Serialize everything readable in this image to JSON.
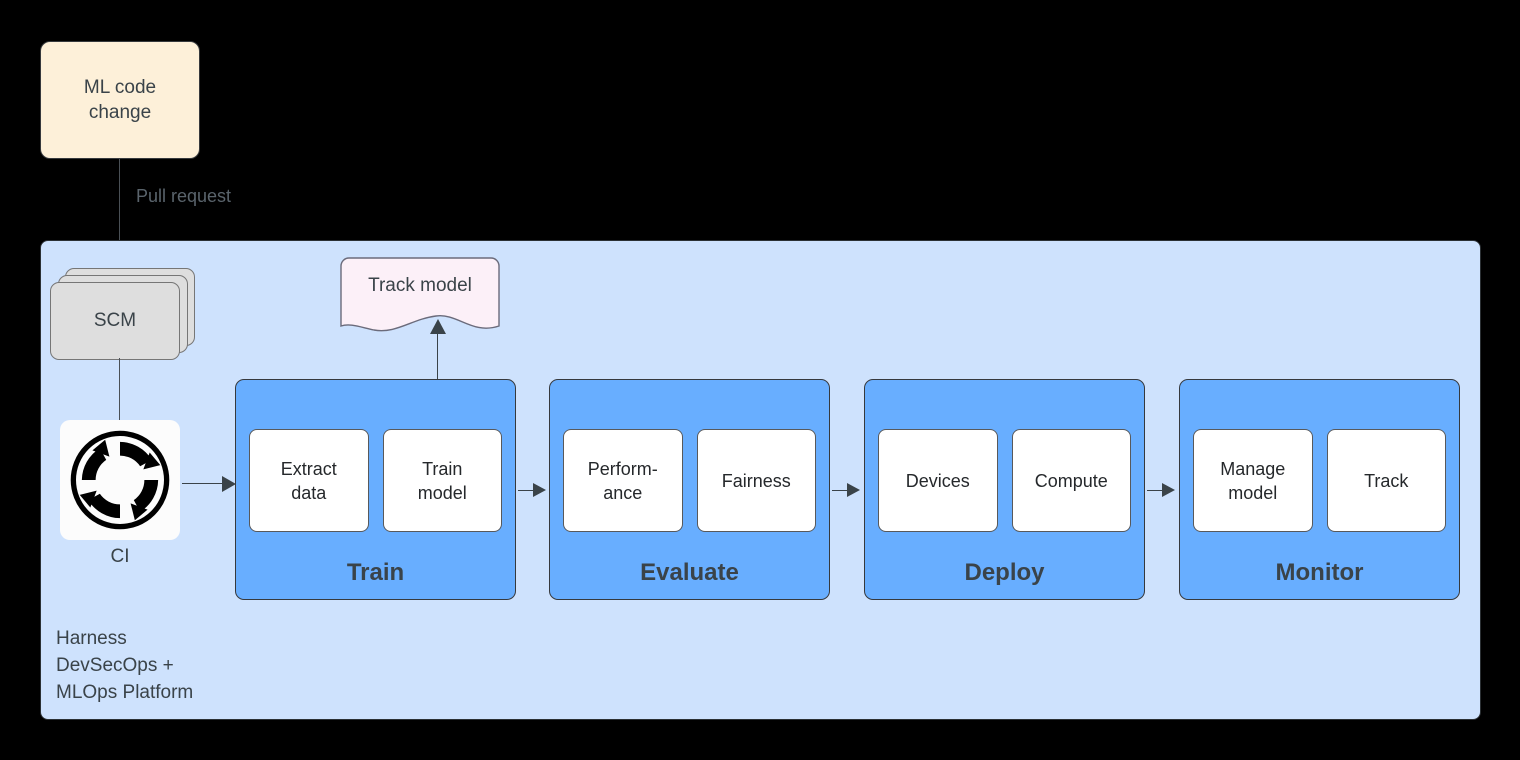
{
  "diagram": {
    "title": "Harness DevSecOps + MLOps Platform pipeline",
    "background_color": "#000000"
  },
  "source": {
    "ml_code_change": {
      "label": "ML code\nchange",
      "fill": "#FDF0D9",
      "border": "#36393d"
    },
    "pull_request_label": "Pull request"
  },
  "platform": {
    "label": "Harness\nDevSecOps +\nMLOps Platform",
    "fill": "#CEE2FD",
    "border": "#2b3034"
  },
  "scm": {
    "label": "SCM",
    "icon": "stacked-documents-icon",
    "fill": "#DEDEDE"
  },
  "ci": {
    "label": "CI",
    "icon": "continuous-integration-cycle-icon",
    "tile_fill": "#FCFCFC"
  },
  "note": {
    "label": "Track model",
    "fill": "#FCF0F8",
    "border": "#6b6b7b",
    "shape": "document-wave-note"
  },
  "stages": [
    {
      "name": "Train",
      "title": "Train",
      "fill": "#68AEFF",
      "items": [
        {
          "label": "Extract\ndata"
        },
        {
          "label": "Train\nmodel"
        }
      ]
    },
    {
      "name": "Evaluate",
      "title": "Evaluate",
      "fill": "#68AEFF",
      "items": [
        {
          "label": "Perform-\nance"
        },
        {
          "label": "Fairness"
        }
      ]
    },
    {
      "name": "Deploy",
      "title": "Deploy",
      "fill": "#68AEFF",
      "items": [
        {
          "label": "Devices"
        },
        {
          "label": "Compute"
        }
      ]
    },
    {
      "name": "Monitor",
      "title": "Monitor",
      "fill": "#68AEFF",
      "items": [
        {
          "label": "Manage\nmodel"
        },
        {
          "label": "Track"
        }
      ]
    }
  ],
  "colors": {
    "text": "#3a4349",
    "connector": "#3a4349",
    "stage_fill": "#68AEFF",
    "platform_fill": "#CEE2FD",
    "source_fill": "#FDF0D9",
    "note_fill": "#FCF0F8"
  }
}
